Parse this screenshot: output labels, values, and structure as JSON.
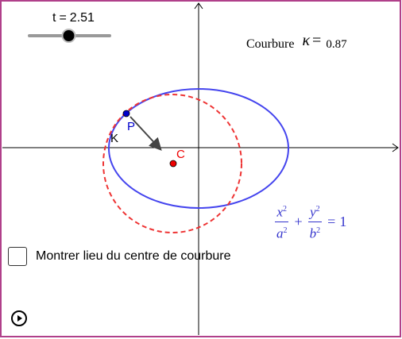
{
  "slider": {
    "variable": "t",
    "equals": "=",
    "value": "2.51",
    "fraction": 0.49
  },
  "curvature": {
    "label": "Courbure",
    "symbol": "κ",
    "equals": "=",
    "value": "0.87"
  },
  "points": {
    "P": "P",
    "K": "K",
    "C": "C"
  },
  "formula": {
    "x_num": "x",
    "x_den": "a",
    "y_num": "y",
    "y_den": "b",
    "exp": "2",
    "plus": "+",
    "equals": "=",
    "rhs": "1"
  },
  "checkbox": {
    "label": "Montrer lieu du centre de courbure",
    "checked": false
  },
  "play_button": {
    "icon": "play-icon"
  },
  "colors": {
    "ellipse": "#4444ee",
    "osculating_circle": "#ee3333",
    "point_P": "#0000cc",
    "point_C": "#ee0000",
    "axes": "#000000",
    "frame": "#b0408a"
  }
}
